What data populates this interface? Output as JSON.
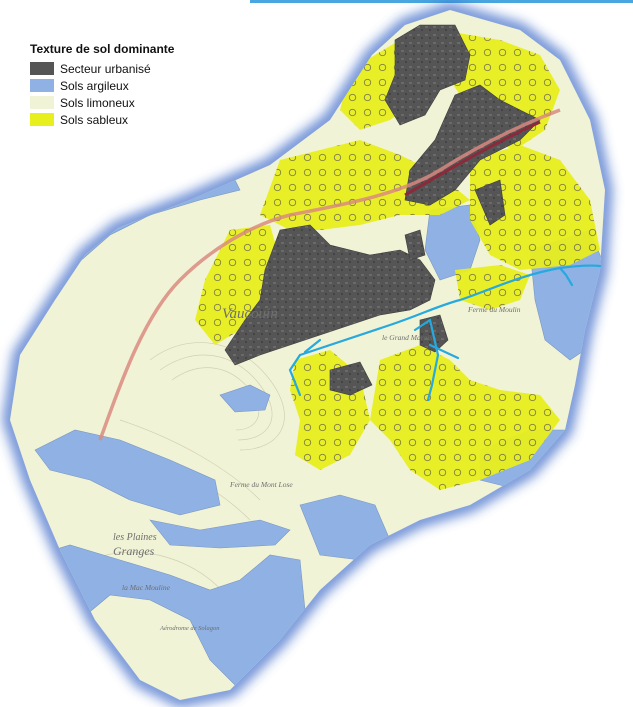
{
  "legend": {
    "title": "Texture de sol dominante",
    "items": [
      {
        "label": "Secteur urbanisé",
        "color": "#555555"
      },
      {
        "label": "Sols argileux",
        "color": "#8fb1e3"
      },
      {
        "label": "Sols limoneux",
        "color": "#f1f3d6"
      },
      {
        "label": "Sols sableux",
        "color": "#e8ef1e"
      }
    ]
  },
  "colors": {
    "water": "#26a9de",
    "road": "#d98a80",
    "boundary_glow": "#2f5fc4",
    "urban": "#555555",
    "clay": "#8fb1e3",
    "silt": "#f1f3d6",
    "sand": "#e8ef1e"
  },
  "place_labels": {
    "vauroux": "Vaucouin",
    "ferme_moulin": "Ferme du Moulin",
    "le_grand_marais": "le Grand Marais",
    "ferme_mont_lose": "Ferme du Mont Lose",
    "les_plaines": "les Plaines",
    "granges": "Granges",
    "mac_mouline": "la Mac Mouline",
    "aerodrome": "Aérodrome de Solagon"
  }
}
